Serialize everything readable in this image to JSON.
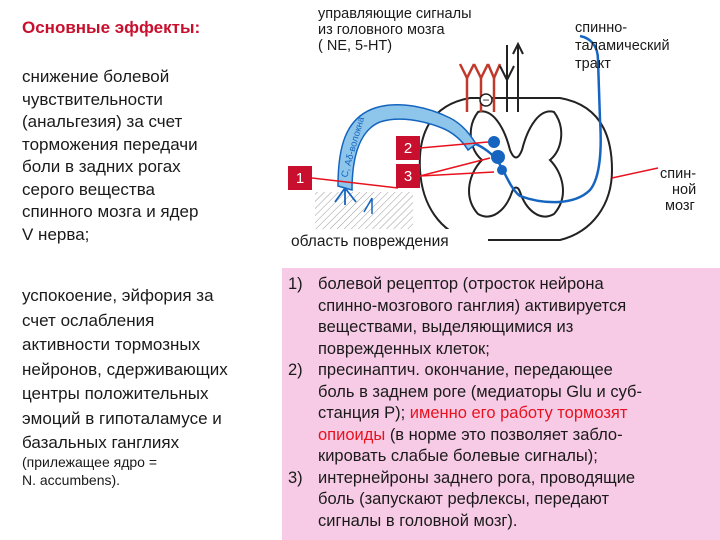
{
  "left": {
    "title": "Основные эффекты:",
    "block1": [
      "снижение болевой",
      "чувствительности",
      "(анальгезия) за счет",
      "торможения передачи",
      "боли в задних рогах",
      "серого вещества",
      "спинного мозга и ядер",
      "V нерва;"
    ],
    "block2": [
      "успокоение, эйфория за",
      "счет ослабления",
      "активности тормозных",
      "нейронов, сдерживающих",
      "центры положительных",
      "эмоций в гипоталамусе и",
      "базальных ганглиях"
    ],
    "note": [
      "(прилежащее ядро =",
      "N. accumbens)."
    ]
  },
  "diagram": {
    "top_label": [
      "управляющие сигналы",
      "из головного мозга",
      "( NE, 5-HT)"
    ],
    "tract_label": [
      "спинно-",
      "таламический",
      "тракт"
    ],
    "cord_label": [
      "спин-",
      "ной",
      "мозг"
    ],
    "fiber_label": "С, Aδ-волокна",
    "minus_sign": "−",
    "damage_label": "область повреждения",
    "badges": [
      "1",
      "2",
      "3"
    ],
    "colors": {
      "red": "#e8121e",
      "blue": "#1565c0",
      "light_blue": "#8ec5ea",
      "badge_red": "#c8102e",
      "pink": "#f7cbe6"
    }
  },
  "list": {
    "items": [
      {
        "num": "1)",
        "lines": [
          "болевой рецептор (отросток нейрона",
          "спинно-мозгового ганглия) активируется",
          "веществами, выделяющимися из",
          "поврежденных клеток;"
        ]
      },
      {
        "num": "2)",
        "lines": [
          "пресинаптич. окончание, передающее",
          "боль в заднем роге (медиаторы Glu и суб-",
          "станция Р);"
        ],
        "red_part": "именно его работу тормозят",
        "red_word": "опиоиды",
        "rest": "(в норме это позволяет забло-",
        "rest_lines": [
          "кировать слабые болевые сигналы);"
        ]
      },
      {
        "num": "3)",
        "lines": [
          "интернейроны заднего рога, проводящие",
          "боль (запускают рефлексы, передают",
          "сигналы в головной мозг)."
        ]
      }
    ]
  }
}
